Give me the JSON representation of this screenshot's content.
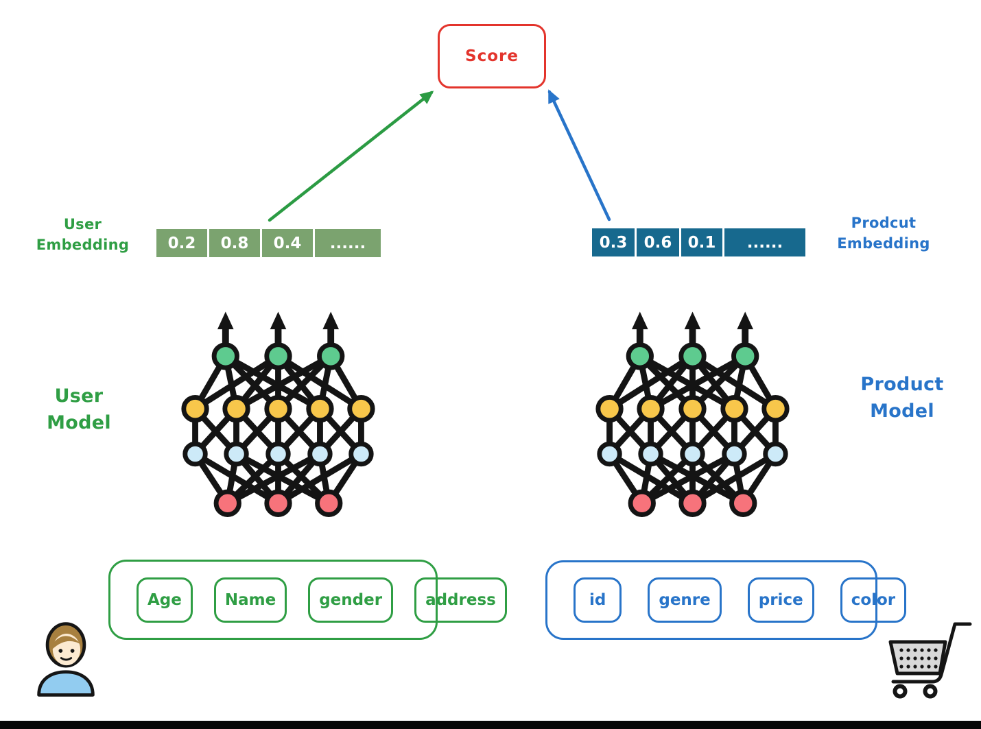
{
  "score": {
    "label": "Score"
  },
  "user_tower": {
    "embedding_label": [
      "User",
      "Embedding"
    ],
    "embedding_values": [
      "0.2",
      "0.8",
      "0.4",
      "......"
    ],
    "model_label": [
      "User",
      "Model"
    ],
    "features": [
      "Age",
      "Name",
      "gender",
      "address"
    ],
    "icon": "person-icon"
  },
  "product_tower": {
    "embedding_label": [
      "Prodcut",
      "Embedding"
    ],
    "embedding_values": [
      "0.3",
      "0.6",
      "0.1",
      "......"
    ],
    "model_label": [
      "Product",
      "Model"
    ],
    "features": [
      "id",
      "genre",
      "price",
      "color"
    ],
    "icon": "shopping-cart-icon"
  },
  "icons": {
    "model": "neural-network-icon",
    "user_arrow": "green-arrow-to-score",
    "product_arrow": "blue-arrow-to-score"
  },
  "colors": {
    "score_red": "#e3342c",
    "user_green": "#2f9e44",
    "user_vector_green": "#7ba36f",
    "product_blue": "#2874c9",
    "product_vector_teal": "#17698e",
    "node_green": "#5ecb8f",
    "node_yellow": "#f8c74b",
    "node_blue": "#cdeaf8",
    "node_red": "#f7737b",
    "edge_black": "#141414"
  }
}
